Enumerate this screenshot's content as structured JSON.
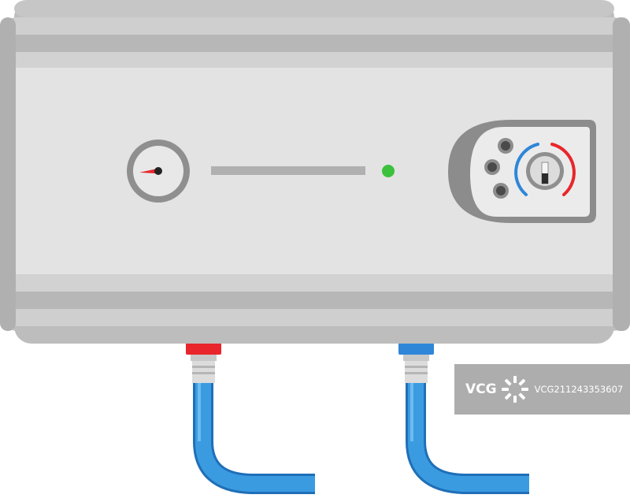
{
  "illustration": {
    "subject": "electric-water-heater",
    "colors": {
      "body_light": "#e3e3e3",
      "body_mid": "#c9c9c9",
      "body_dark": "#b8b8b8",
      "frame": "#a8a8a8",
      "gauge_ring": "#8f8f8f",
      "indicator": "#3cc13c",
      "hot": "#e8262b",
      "cold": "#2f86d8",
      "hose": "#3b9be0",
      "hose_dark": "#1f6fb8",
      "fitting": "#d6d6d6"
    },
    "gauge_needle_level": 0.15,
    "knob_position": "center"
  },
  "watermark": {
    "logo_text": "VCG",
    "id_text": "VCG211243353607"
  }
}
